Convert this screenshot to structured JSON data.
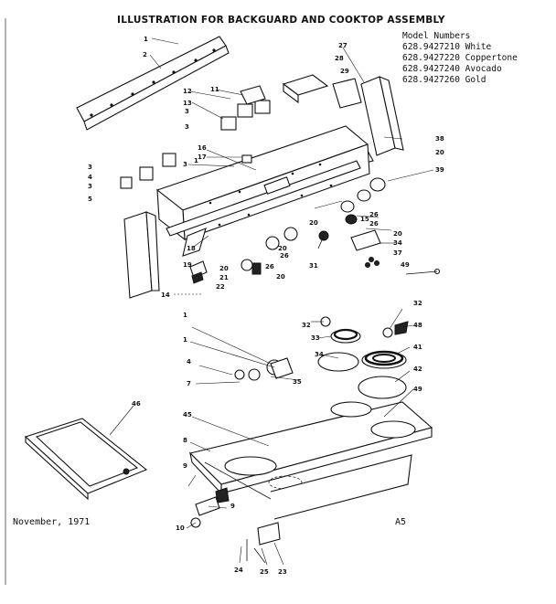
{
  "title": "ILLUSTRATION FOR BACKGUARD AND COOKTOP ASSEMBLY",
  "model_numbers": {
    "heading": "Model Numbers",
    "items": [
      "628.9427210 White",
      "628.9427220 Coppertone",
      "628.9427240 Avocado",
      "628.9427260 Gold"
    ]
  },
  "footer": {
    "date": "November, 1971",
    "page": "A5"
  },
  "callouts": [
    "1",
    "2",
    "27",
    "28",
    "29",
    "11",
    "12",
    "13",
    "3",
    "4",
    "38",
    "39",
    "16",
    "17",
    "20",
    "26",
    "15",
    "18",
    "19",
    "14",
    "21",
    "22",
    "31",
    "34",
    "37",
    "49",
    "33",
    "32",
    "48",
    "41",
    "35",
    "42",
    "7",
    "46",
    "45",
    "8",
    "9",
    "10",
    "24",
    "25",
    "23",
    "5"
  ]
}
